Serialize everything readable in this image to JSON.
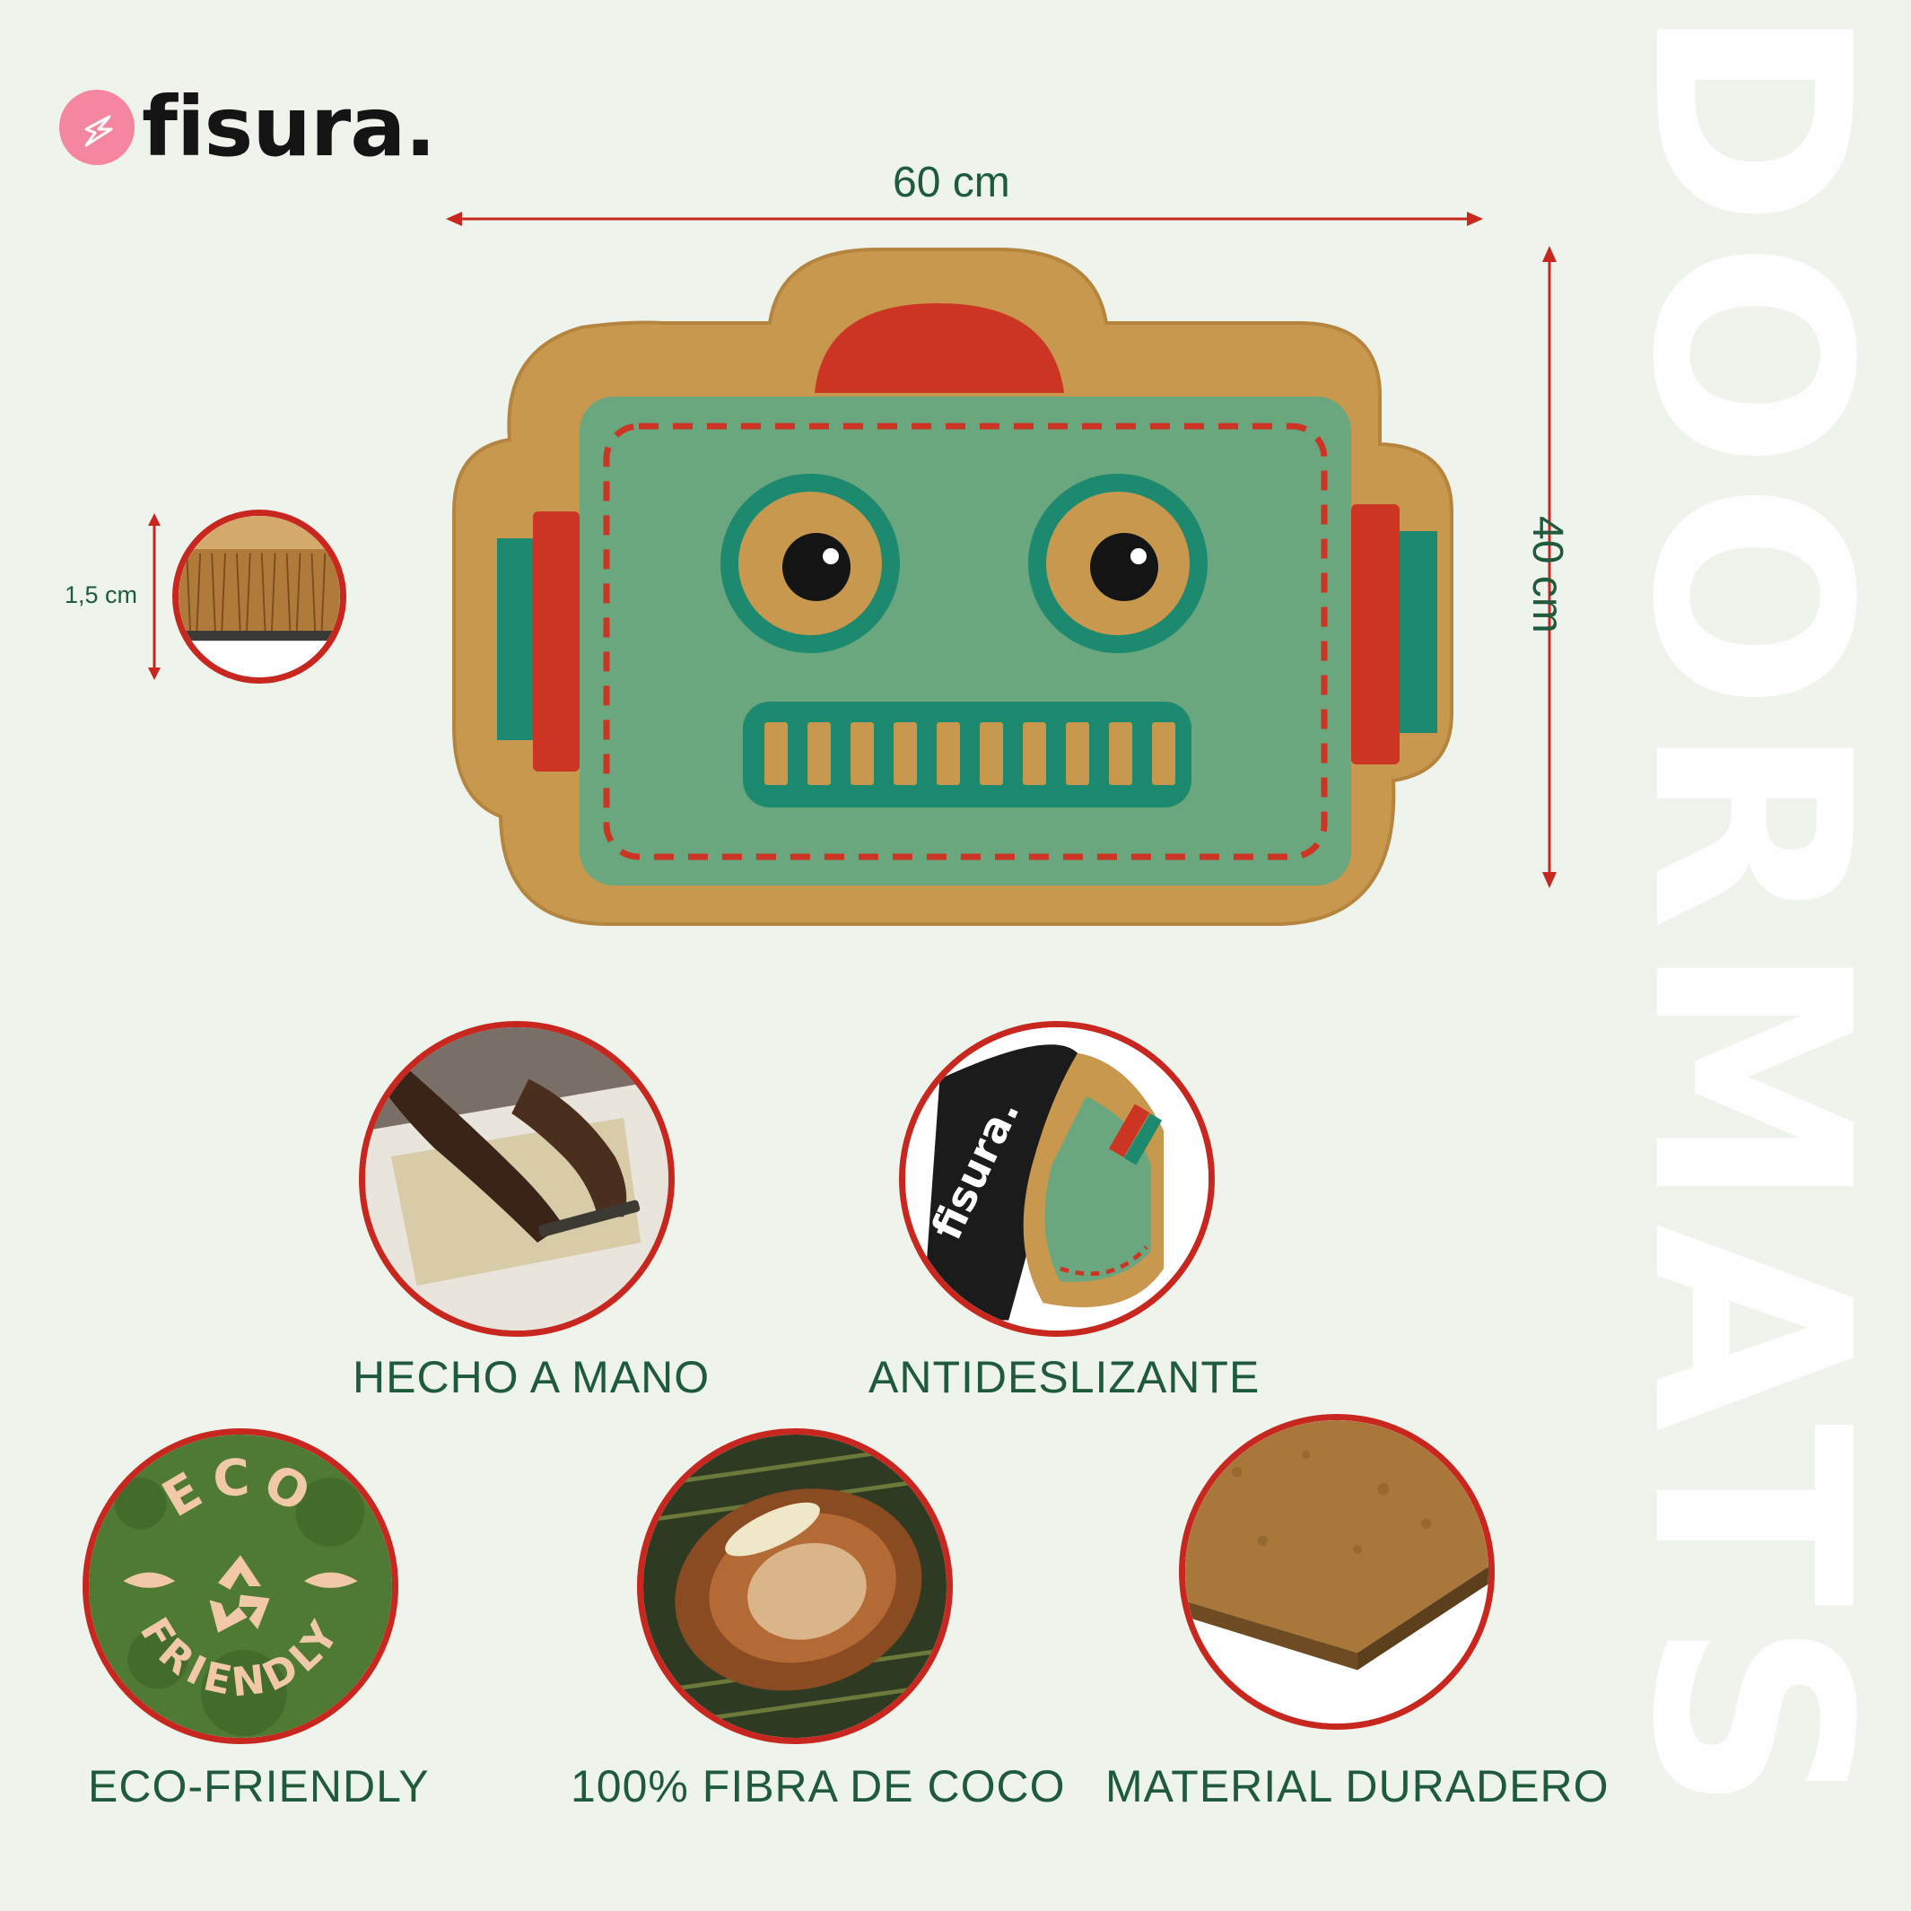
{
  "brand": {
    "name": "fisura."
  },
  "watermark": "DOORMATS",
  "dimensions": {
    "width": "60 cm",
    "height": "40 cm",
    "thickness": "1,5 cm"
  },
  "features": [
    {
      "label": "HECHO A MANO",
      "icon": "hands-weaving-photo"
    },
    {
      "label": "ANTIDESLIZANTE",
      "icon": "rolled-mat-underside-photo"
    },
    {
      "label": "ECO-FRIENDLY",
      "icon": "eco-friendly-recycle-badge"
    },
    {
      "label": "100% FIBRA DE COCO",
      "icon": "coconut-husk-photo"
    },
    {
      "label": "MATERIAL DURADERO",
      "icon": "coir-texture-photo"
    }
  ],
  "badge_text": {
    "top": "ECO",
    "bottom": "FRIENDLY"
  },
  "underside_brand": "fisura.",
  "colors": {
    "accent_red": "#c8271f",
    "label_green": "#1f5a3c",
    "mat_green": "#6aa77e",
    "mat_teal": "#1d8a6f",
    "coir": "#c9984f",
    "background": "#eef3ec"
  }
}
